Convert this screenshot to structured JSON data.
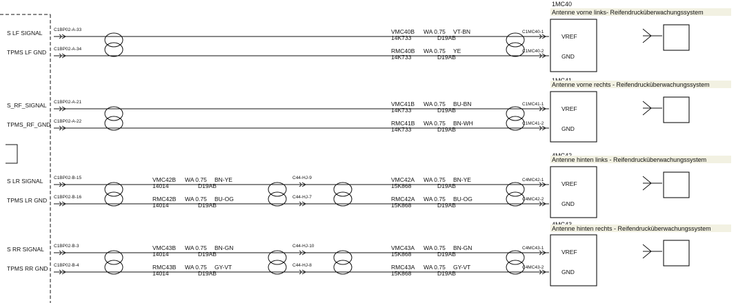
{
  "rows": [
    {
      "signal": "S LF SIGNAL",
      "left_pin": "C1BP02-A-33",
      "mid": null,
      "right": {
        "wire": "VMC40B",
        "code": "14K733",
        "gauge": "WA 0.75",
        "color": "VT-BN",
        "spec": "D19AB"
      },
      "conn_pin": "C1MC40-1"
    },
    {
      "signal": "TPMS LF GND",
      "left_pin": "C1BP02-A-34",
      "mid": null,
      "right": {
        "wire": "RMC40B",
        "code": "14K733",
        "gauge": "WA 0.75",
        "color": "YE",
        "spec": "D19AB"
      },
      "conn_pin": "C1MC40-2"
    },
    {
      "signal": "S_RF_SIGNAL",
      "left_pin": "C1BP02-A-21",
      "mid": null,
      "right": {
        "wire": "VMC41B",
        "code": "14K733",
        "gauge": "WA 0.75",
        "color": "BU-BN",
        "spec": "D19AB"
      },
      "conn_pin": "C1MC41-1"
    },
    {
      "signal": "TPMS_RF_GND",
      "left_pin": "C1BP02-A-22",
      "mid": null,
      "right": {
        "wire": "RMC41B",
        "code": "14K733",
        "gauge": "WA 0.75",
        "color": "BN-WH",
        "spec": "D19AB"
      },
      "conn_pin": "C1MC41-2"
    },
    {
      "signal": "S LR SIGNAL",
      "left_pin": "C1BP02-B-15",
      "mid": {
        "wire": "VMC42B",
        "code": "14014",
        "gauge": "WA 0.75",
        "color": "BN-YE",
        "spec": "D19AB",
        "pin": "C44-HJ-9"
      },
      "right": {
        "wire": "VMC42A",
        "code": "15K868",
        "gauge": "WA 0.75",
        "color": "BN-YE",
        "spec": "D19AB"
      },
      "conn_pin": "C4MC42-1"
    },
    {
      "signal": "TPMS LR GND",
      "left_pin": "C1BP02-B-16",
      "mid": {
        "wire": "RMC42B",
        "code": "14014",
        "gauge": "WA 0.75",
        "color": "BU-OG",
        "spec": "D19AB",
        "pin": "C44-HJ-7"
      },
      "right": {
        "wire": "RMC42A",
        "code": "15K868",
        "gauge": "WA 0.75",
        "color": "BU-OG",
        "spec": "D19AB"
      },
      "conn_pin": "C4MC42-2"
    },
    {
      "signal": "S RR SIGNAL",
      "left_pin": "C1BP02-B-3",
      "mid": {
        "wire": "VMC43B",
        "code": "14014",
        "gauge": "WA 0.75",
        "color": "BN-GN",
        "spec": "D19AB",
        "pin": "C44-HJ-10"
      },
      "right": {
        "wire": "VMC43A",
        "code": "15K868",
        "gauge": "WA 0.75",
        "color": "BN-GN",
        "spec": "D19AB"
      },
      "conn_pin": "C4MC43-1"
    },
    {
      "signal": "TPMS RR GND",
      "left_pin": "C1BP02-B-4",
      "mid": {
        "wire": "RMC43B",
        "code": "14014",
        "gauge": "WA 0.75",
        "color": "GY-VT",
        "spec": "D19AB",
        "pin": "C44-HJ-8"
      },
      "right": {
        "wire": "RMC43A",
        "code": "15K868",
        "gauge": "WA 0.75",
        "color": "GY-VT",
        "spec": "D19AB"
      },
      "conn_pin": "C4MC43-2"
    }
  ],
  "components": [
    {
      "id": "1MC40",
      "description": "Antenne vorne links- Reifendrucküberwachungssystem",
      "pins": [
        "VREF",
        "GND"
      ]
    },
    {
      "id": "1MC41",
      "description": "Antenne vorne rechts - Reifendrucküberwachungssystem",
      "pins": [
        "VREF",
        "GND"
      ]
    },
    {
      "id": "4MC42",
      "description": "Antenne hinten links - Reifendrucküberwachungssystem",
      "pins": [
        "VREF",
        "GND"
      ]
    },
    {
      "id": "4MC43",
      "description": "Antenne hinten rechts - Reifendrucküberwachungssystem",
      "pins": [
        "VREF",
        "GND"
      ]
    }
  ]
}
